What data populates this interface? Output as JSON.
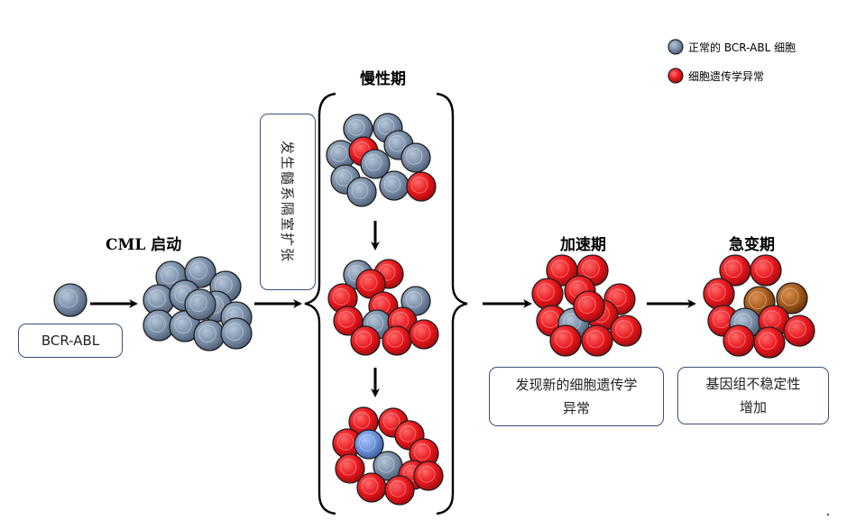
{
  "legend": {
    "items": [
      {
        "label": "正常的 BCR-ABL 细胞",
        "color": "#7b8ea8"
      },
      {
        "label": "细胞遗传学异常",
        "color": "#e8161c"
      }
    ]
  },
  "stages": {
    "initiation": {
      "title": "CML 启动",
      "box_label": "BCR-ABL"
    },
    "expansion": {
      "box_label": "发生髓系隔室扩张"
    },
    "chronic": {
      "title": "慢性期"
    },
    "accelerated": {
      "title": "加速期",
      "box_line1": "发现新的细胞遗传学",
      "box_line2": "异常"
    },
    "blast": {
      "title": "急变期",
      "box_line1": "基因组不稳定性",
      "box_line2": "增加"
    }
  },
  "colors": {
    "normal_cell": "#7b8ea8",
    "abnormal_cell": "#e8161c",
    "blue_cell": "#6b8ed6",
    "brown_cell": "#a65a1c",
    "box_border": "#3a4f7a"
  }
}
